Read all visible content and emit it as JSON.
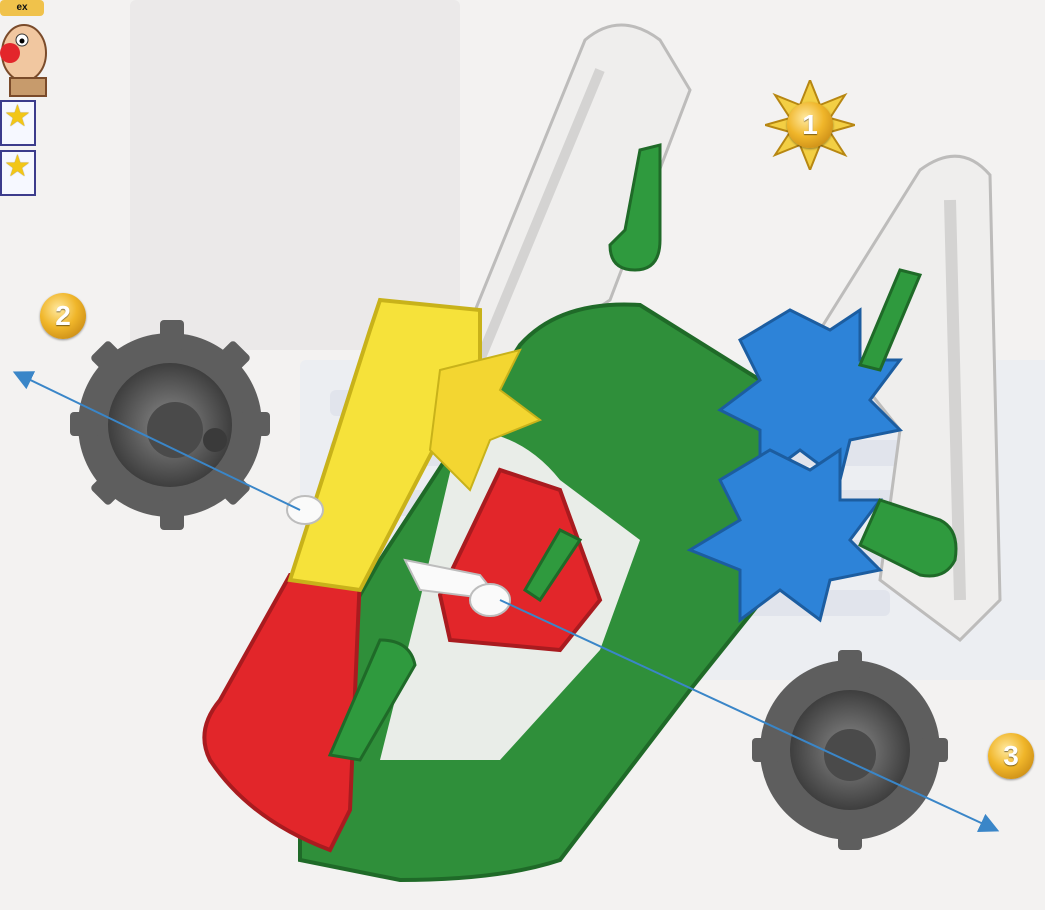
{
  "mascot": {
    "logo_text": "ex",
    "stars": [
      "★",
      "★"
    ]
  },
  "steps": {
    "step1": "1",
    "step2": "2",
    "step3": "3"
  },
  "colors": {
    "white_part": "#ecebea",
    "yellow_part": "#f6e23a",
    "green_part": "#2f8f3a",
    "red_part": "#e2262a",
    "blue_part": "#2d83d8",
    "gear": "#5e5e5e",
    "arrow": "#3a86c8"
  }
}
